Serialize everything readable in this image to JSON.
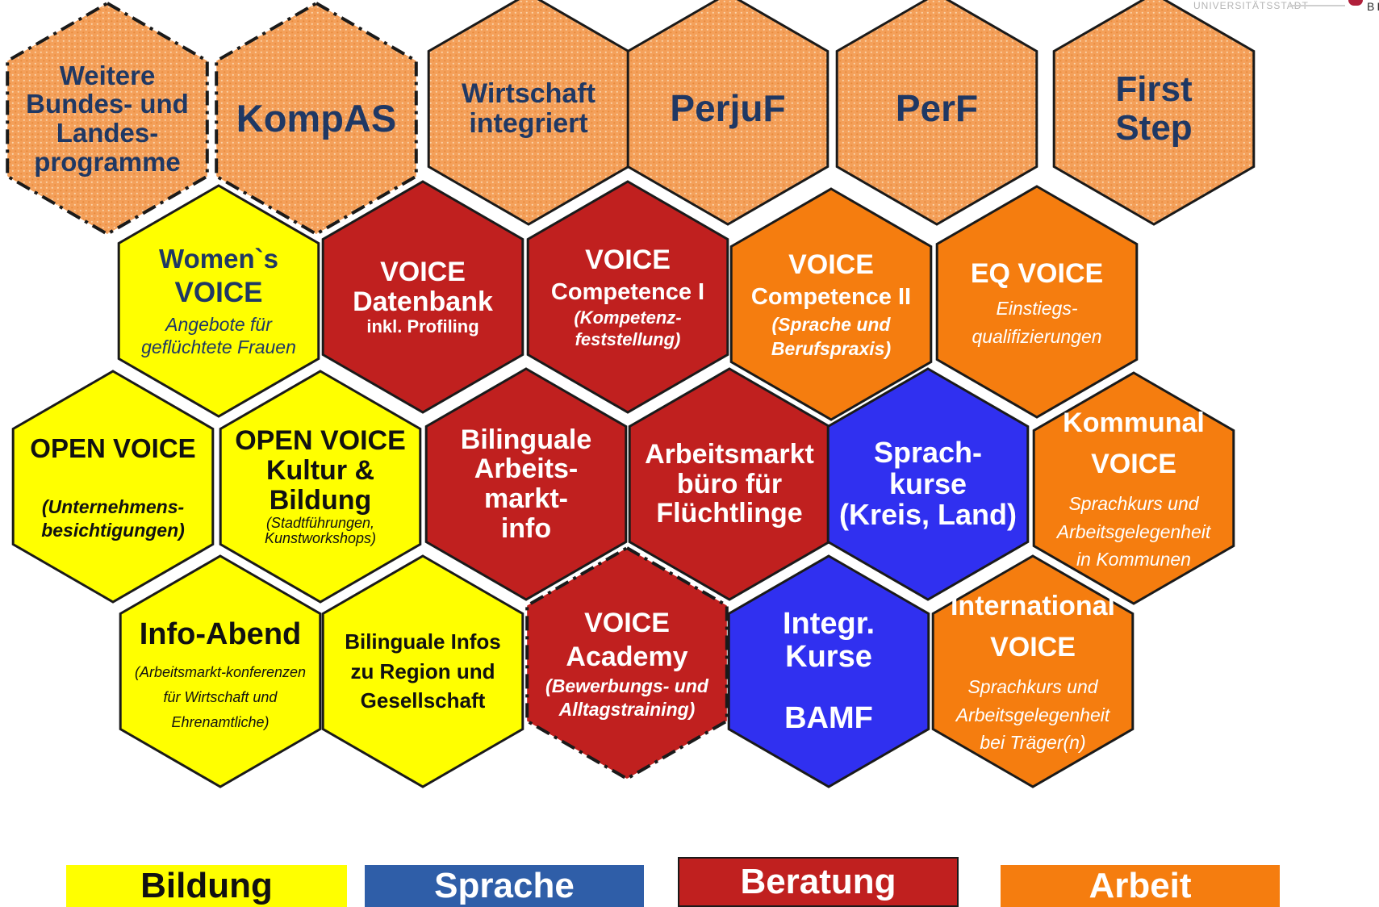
{
  "colors": {
    "yellow": "#ffff00",
    "red": "#c0201f",
    "orange": "#f57d0f",
    "blue": "#3030f0",
    "pattern": "#f4a05a",
    "legend_blue": "#2f5ea8",
    "legend_orange": "#f57d0f",
    "legend_red": "#c0201f",
    "legend_yellow": "#ffff00"
  },
  "logo": {
    "left_text": "UNIVERSITÄTSSTADT",
    "right_text": "BIEDEN"
  },
  "hexagons": [
    {
      "id": "weitere",
      "style": "pattern",
      "dashed": true,
      "lines": [
        {
          "t": "Weitere"
        },
        {
          "t": "Bundes- und"
        },
        {
          "t": "Landes-"
        },
        {
          "t": "programme"
        }
      ]
    },
    {
      "id": "kompas",
      "style": "pattern",
      "dashed": true,
      "lines": [
        {
          "t": "KompAS"
        }
      ]
    },
    {
      "id": "wirtschaft",
      "style": "pattern",
      "dashed": false,
      "lines": [
        {
          "t": "Wirtschaft"
        },
        {
          "t": "integriert"
        }
      ]
    },
    {
      "id": "perjuf",
      "style": "pattern",
      "dashed": false,
      "lines": [
        {
          "t": "PerjuF"
        }
      ]
    },
    {
      "id": "perf",
      "style": "pattern",
      "dashed": false,
      "lines": [
        {
          "t": "PerF"
        }
      ]
    },
    {
      "id": "firststep",
      "style": "pattern",
      "dashed": false,
      "lines": [
        {
          "t": "First"
        },
        {
          "t": "Step"
        }
      ]
    },
    {
      "id": "womens",
      "style": "yellow",
      "dashed": false,
      "lines": [
        {
          "t": "Women`s"
        },
        {
          "t": "VOICE"
        },
        {
          "t": "Angebote für"
        },
        {
          "t": "geflüchtete Frauen"
        }
      ]
    },
    {
      "id": "datenbank",
      "style": "red",
      "dashed": false,
      "lines": [
        {
          "t": "VOICE"
        },
        {
          "t": "Datenbank"
        },
        {
          "t": "inkl. Profiling"
        }
      ]
    },
    {
      "id": "competence1",
      "style": "red",
      "dashed": false,
      "lines": [
        {
          "t": "VOICE"
        },
        {
          "t": "Competence I"
        },
        {
          "t": "(Kompetenz-"
        },
        {
          "t": "feststellung)"
        }
      ]
    },
    {
      "id": "competence2",
      "style": "orange",
      "dashed": false,
      "lines": [
        {
          "t": "VOICE"
        },
        {
          "t": "Competence II"
        },
        {
          "t": "(Sprache und"
        },
        {
          "t": "Berufspraxis)"
        }
      ]
    },
    {
      "id": "eqvoice",
      "style": "orange",
      "dashed": false,
      "lines": [
        {
          "t": "EQ VOICE"
        },
        {
          "t": "Einstiegs-"
        },
        {
          "t": "qualifizierungen"
        }
      ]
    },
    {
      "id": "openvoice",
      "style": "yellow",
      "dashed": false,
      "lines": [
        {
          "t": "OPEN VOICE"
        },
        {
          "t": "(Unternehmens-"
        },
        {
          "t": "besichtigungen)"
        }
      ]
    },
    {
      "id": "openkultur",
      "style": "yellow",
      "dashed": false,
      "lines": [
        {
          "t": "OPEN VOICE"
        },
        {
          "t": "Kultur &"
        },
        {
          "t": "Bildung"
        },
        {
          "t": "(Stadtführungen,"
        },
        {
          "t": "Kunstworkshops)"
        }
      ]
    },
    {
      "id": "bilingualinfo",
      "style": "red",
      "dashed": false,
      "lines": [
        {
          "t": "Bilinguale"
        },
        {
          "t": "Arbeits-"
        },
        {
          "t": "markt-"
        },
        {
          "t": "info"
        }
      ]
    },
    {
      "id": "arbeitsmarktbuero",
      "style": "red",
      "dashed": false,
      "lines": [
        {
          "t": "Arbeitsmarkt"
        },
        {
          "t": "büro für"
        },
        {
          "t": "Flüchtlinge"
        }
      ]
    },
    {
      "id": "sprachkurse",
      "style": "blue",
      "dashed": false,
      "lines": [
        {
          "t": "Sprach-"
        },
        {
          "t": "kurse"
        },
        {
          "t": "(Kreis, Land)"
        }
      ]
    },
    {
      "id": "kommunal",
      "style": "orange",
      "dashed": false,
      "lines": [
        {
          "t": "Kommunal"
        },
        {
          "t": "VOICE"
        },
        {
          "t": "Sprachkurs und"
        },
        {
          "t": "Arbeitsgelegenheit"
        },
        {
          "t": "in Kommunen"
        }
      ]
    },
    {
      "id": "infoabend",
      "style": "yellow",
      "dashed": false,
      "lines": [
        {
          "t": "Info-Abend"
        },
        {
          "t": "(Arbeitsmarkt-konferenzen"
        },
        {
          "t": "für Wirtschaft und"
        },
        {
          "t": "Ehrenamtliche)"
        }
      ]
    },
    {
      "id": "bilingualinfos",
      "style": "yellow",
      "dashed": false,
      "lines": [
        {
          "t": "Bilinguale Infos"
        },
        {
          "t": "zu Region und"
        },
        {
          "t": "Gesellschaft"
        }
      ]
    },
    {
      "id": "academy",
      "style": "red",
      "dashed": true,
      "lines": [
        {
          "t": "VOICE"
        },
        {
          "t": "Academy"
        },
        {
          "t": "(Bewerbungs- und"
        },
        {
          "t": "Alltagstraining)"
        }
      ]
    },
    {
      "id": "integr",
      "style": "blue",
      "dashed": false,
      "lines": [
        {
          "t": "Integr."
        },
        {
          "t": "Kurse"
        },
        {
          "t": "BAMF"
        }
      ]
    },
    {
      "id": "international",
      "style": "orange",
      "dashed": false,
      "lines": [
        {
          "t": "International"
        },
        {
          "t": "VOICE"
        },
        {
          "t": "Sprachkurs und"
        },
        {
          "t": "Arbeitsgelegenheit"
        },
        {
          "t": "bei Träger(n)"
        }
      ]
    }
  ],
  "legend": [
    {
      "label": "Bildung",
      "color": "#ffff00"
    },
    {
      "label": "Sprache",
      "color": "#2f5ea8"
    },
    {
      "label": "Beratung",
      "color": "#c0201f"
    },
    {
      "label": "Arbeit",
      "color": "#f57d0f"
    }
  ]
}
